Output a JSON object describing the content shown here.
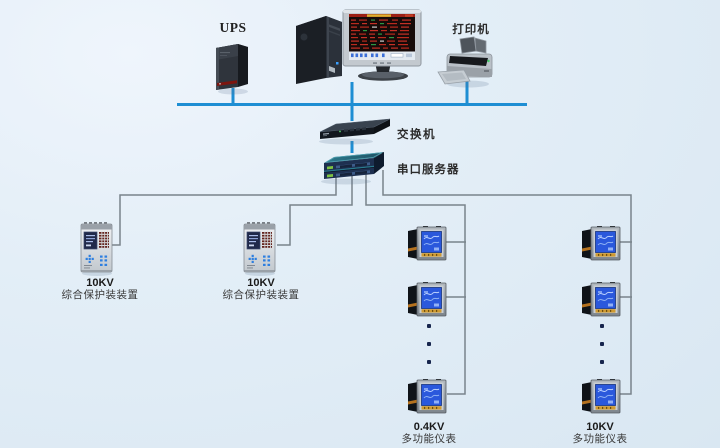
{
  "diagram": {
    "top_devices": {
      "ups": {
        "label": "UPS"
      },
      "printer": {
        "label": "打印机"
      }
    },
    "network": {
      "switch": {
        "label": "交换机"
      },
      "serial_server": {
        "label": "串口服务器"
      }
    },
    "field_devices": {
      "relay1": {
        "voltage": "10KV",
        "name": "综合保护装装置"
      },
      "relay2": {
        "voltage": "10KV",
        "name": "综合保护装装置"
      },
      "meter_column1": {
        "voltage": "0.4KV",
        "name": "多功能仪表"
      },
      "meter_column2": {
        "voltage": "10KV",
        "name": "多功能仪表"
      }
    },
    "colors": {
      "background": "#e0ecf6",
      "lan_line": "#1e8ed3",
      "branch_line": "#79838b"
    }
  }
}
